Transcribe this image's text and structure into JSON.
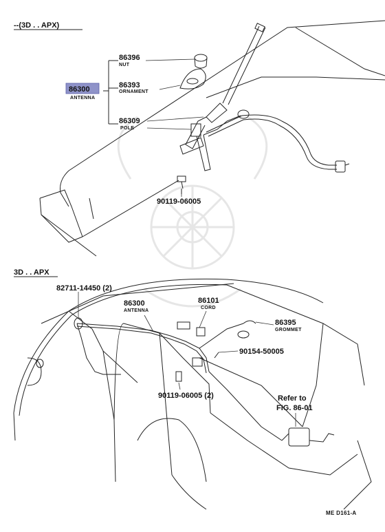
{
  "sections": {
    "top": "--(3D . . APX)",
    "bottom": "3D . . APX"
  },
  "callouts": {
    "p86396": {
      "number": "86396",
      "name": "NUT"
    },
    "p86393": {
      "number": "86393",
      "name": "ORNAMENT"
    },
    "p86300_top": {
      "number": "86300",
      "name": "ANTENNA"
    },
    "p86309": {
      "number": "86309",
      "name": "POLE"
    },
    "p90119_top": {
      "number": "90119-06005"
    },
    "p82711": {
      "number": "82711-14450 (2)"
    },
    "p86300_bottom": {
      "number": "86300",
      "name": "ANTENNA"
    },
    "p86101": {
      "number": "86101",
      "name": "CORD"
    },
    "p86395": {
      "number": "86395",
      "name": "GROMMET"
    },
    "p90154": {
      "number": "90154-50005"
    },
    "p90119_bottom": {
      "number": "90119-06005 (2)"
    },
    "refer": {
      "line1": "Refer to",
      "line2": "FIG. 86-01"
    }
  },
  "footer": "ME  D161-A",
  "colors": {
    "highlight": "#8f93c9",
    "line": "#222222"
  }
}
